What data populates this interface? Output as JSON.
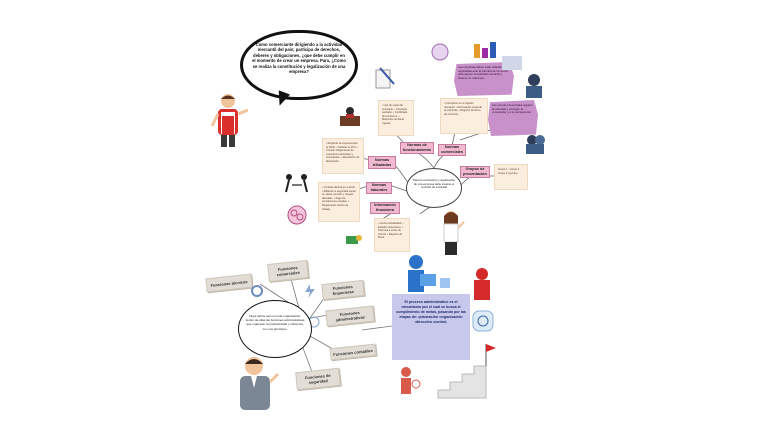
{
  "top_question": "Como comerciante dirigiendo a la actividad mercantil del país; participa de derechos, deberes y obligaciones, ¿que debe cumplir en el momento de crear un empresa. Para, ¿Como se realiza la constitución y legalización de una empresa?",
  "center_topic": "Para la constitución y legalización de una empresa debe crearse el contrato de sociedad",
  "pink_labels": {
    "normas_funcionamiento": "Normas de funcionamiento",
    "normas_comerciales": "Normas comerciales",
    "normas_tributarias": "Normas tributarias",
    "normas_laborales": "Normas laborales",
    "informacion_financiera": "Información financiera",
    "grupo_presentacion": "Grupos de presentación"
  },
  "notes": {
    "funcionamiento": "• Uso de suelo del municipio. • Concepto sanitario. • Certificado de bomberos. • Matrícula mercantil vigente.",
    "tributarias": "• Registrar la empresa ante la DIAN. • Solicitar el RUT. • Cumplir obligaciones de impuestos nacionales y municipales. • Resolución de facturación.",
    "laborales": "• Contrato laboral por escrito. • Afiliación a seguridad social en salud, pensión y riesgos laborales. • Pago de prestaciones sociales. • Reglamento interno de trabajo.",
    "financiera": "• Llevar contabilidad. • Estados financieros. • Informes a entes de control. • Registro de libros.",
    "comerciales": "• Inscripción en el registro mercantil. • Renovación anual de la matrícula. • Registro de libros de comercio.",
    "presentacion": "Grupo 1 · Grupo 2 · Grupo 3 (pymes)",
    "purple_top": "Las empresas deben estar debidamente registradas ante la Cámara de Comercio para ejercer la actividad mercantil y obtener su matrícula.",
    "purple_right": "Las normas comerciales regulan la actividad y protegen al consumidor y a la competencia."
  },
  "functions": {
    "tecnicas": "Funciones técnicas",
    "comerciales": "Funciones comerciales",
    "financieras": "Funciones financieras",
    "administrativas": "Funciones administrativas",
    "contables": "Funciones contables",
    "seguridad": "Funciones de seguridad"
  },
  "fayol_oval": "Fayol define seis en toda organización, dentro de ellas las funciones administrativas que organizan la productividad y eficiencia, con sus principios.",
  "process_box": "El proceso administrativo es el mecanismo por el cual se busca el cumplimiento de metas, pasando por las etapas de: •planeación •organización •dirección •control.",
  "colors": {
    "pink": "#f1b9cf",
    "purple": "#c991c9",
    "note": "#fbeede",
    "lavender": "#c8c8ec",
    "tape": "#e2ddd5"
  }
}
